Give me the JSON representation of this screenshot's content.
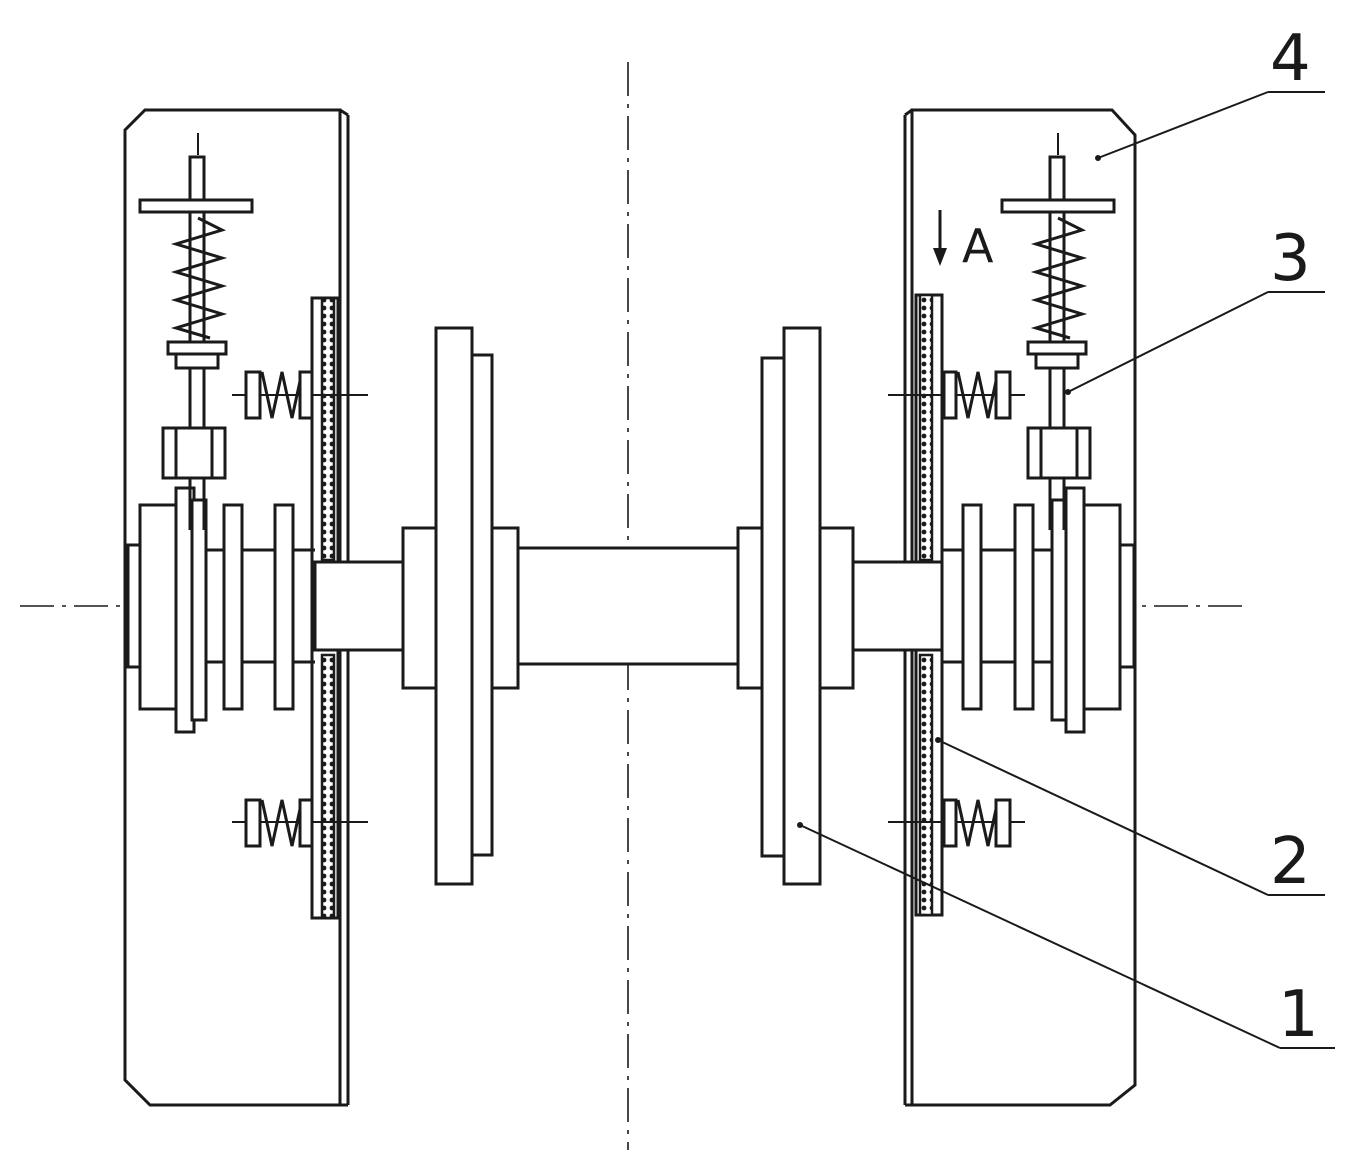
{
  "labels": {
    "part_1": "1",
    "part_2": "2",
    "part_3": "3",
    "part_4": "4",
    "view_a": "A"
  },
  "colors": {
    "line": "#1a1a1a",
    "background": "#ffffff"
  }
}
